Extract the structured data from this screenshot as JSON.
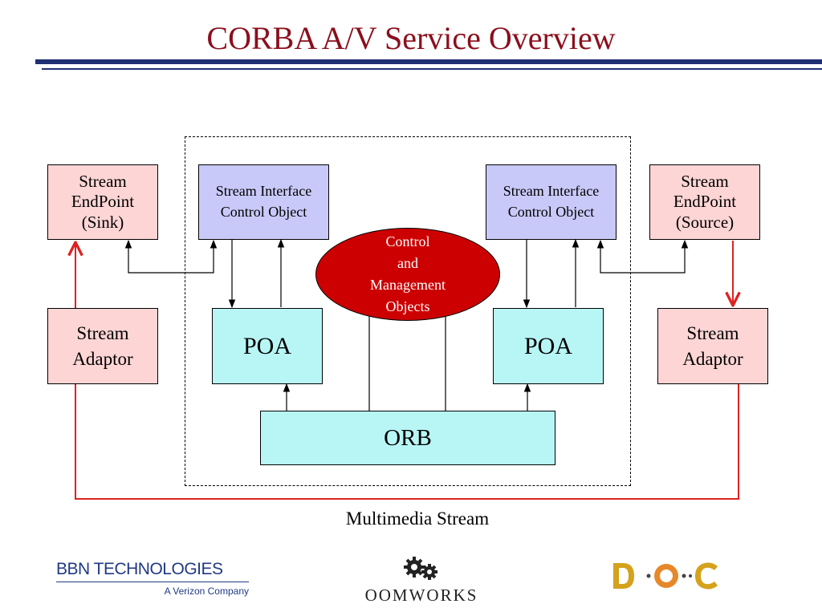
{
  "slide": {
    "title": "CORBA A/V Service Overview",
    "caption": "Multimedia Stream"
  },
  "diagram": {
    "sink_endpoint": {
      "line1": "Stream",
      "line2": "EndPoint",
      "line3": "(Sink)"
    },
    "source_endpoint": {
      "line1": "Stream",
      "line2": "EndPoint",
      "line3": "(Source)"
    },
    "left_sico": {
      "line1": "Stream Interface",
      "line2": "Control Object"
    },
    "right_sico": {
      "line1": "Stream Interface",
      "line2": "Control Object"
    },
    "left_adaptor": {
      "line1": "Stream",
      "line2": "Adaptor"
    },
    "right_adaptor": {
      "line1": "Stream",
      "line2": "Adaptor"
    },
    "left_poa": "POA",
    "right_poa": "POA",
    "orb": "ORB",
    "control_objects": {
      "line1": "Control",
      "line2": "and",
      "line3": "Management",
      "line4": "Objects"
    }
  },
  "colors": {
    "title": "#8b0f1c",
    "rule": "#1f2f73",
    "endpoint_fill": "#fdd5d5",
    "interface_fill": "#c9c9f9",
    "poa_orb_fill": "#b8f6f6",
    "ellipse_fill": "#cc0000",
    "stream_line": "#dd2222"
  },
  "logos": {
    "bbn": {
      "name": "BBN TECHNOLOGIES",
      "tagline": "A Verizon Company"
    },
    "oomworks": {
      "name": "OOMWORKS",
      "icon": "gears-icon"
    },
    "doc": {
      "icon": "doc-group-logo"
    }
  }
}
